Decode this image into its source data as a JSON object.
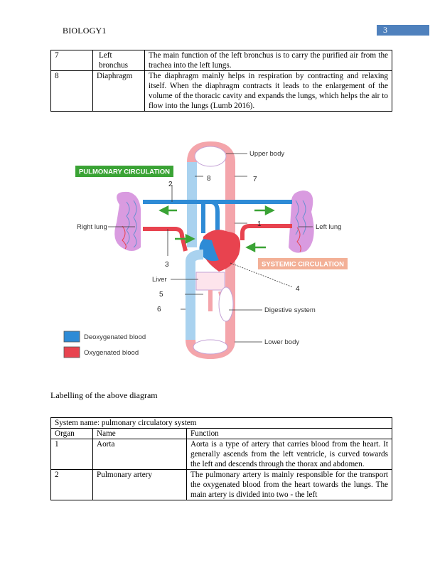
{
  "header": {
    "title": "BIOLOGY1",
    "page_number": "3"
  },
  "top_table": {
    "rows": [
      {
        "organ": "7",
        "name": "Left bronchus",
        "function": "The main function of the left bronchus is to carry the purified air from the trachea into the left lungs."
      },
      {
        "organ": "8",
        "name": "Diaphragm",
        "function": "The diaphragm mainly helps in respiration by contracting and relaxing itself. When the diaphragm contracts it leads to the enlargement of the volume of the thoracic cavity and expands the lungs, which helps the air to flow into the lungs (Lumb 2016)."
      }
    ]
  },
  "diagram": {
    "labels": {
      "upper_body": "Upper body",
      "pulmonary_circulation": "PULMONARY CIRCULATION",
      "right_lung": "Right lung",
      "left_lung": "Left lung",
      "systemic_circulation": "SYSTEMIC CIRCULATION",
      "liver": "Liver",
      "digestive_system": "Digestive system",
      "lower_body": "Lower body",
      "legend_deoxygenated": "Deoxygenated blood",
      "legend_oxygenated": "Oxygenated blood"
    },
    "numbers": [
      "1",
      "2",
      "3",
      "4",
      "5",
      "6",
      "7",
      "8"
    ],
    "colors": {
      "deoxygenated": "#2e8bd6",
      "oxygenated": "#e8434f",
      "pulmonary_badge": "#3aa335",
      "systemic_badge": "#f3b097",
      "lung": "#d99be0",
      "arrow": "#3aa335"
    }
  },
  "caption": "Labelling of the above diagram",
  "bottom_table": {
    "system_name": "System name: pulmonary circulatory system",
    "headers": {
      "organ": "Organ",
      "name": "Name",
      "function": "Function"
    },
    "rows": [
      {
        "organ": "1",
        "name": "Aorta",
        "function": "Aorta is a type of artery that carries blood from the heart. It generally ascends from the left ventricle, is curved towards the left and descends through the thorax and abdomen."
      },
      {
        "organ": "2",
        "name": "Pulmonary artery",
        "function": "The pulmonary artery is mainly responsible for the transport the oxygenated blood from the heart towards the lungs. The main artery is divided into two - the left"
      }
    ]
  }
}
